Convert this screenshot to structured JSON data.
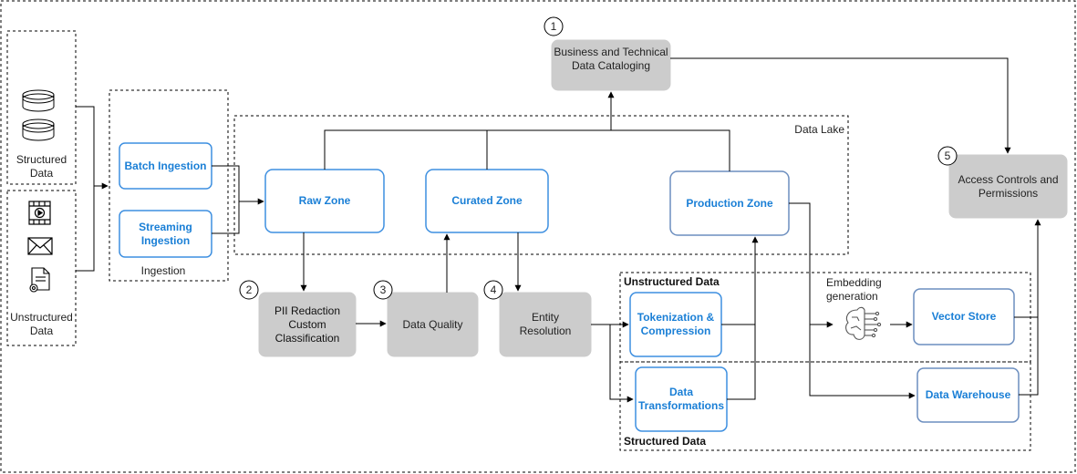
{
  "sources": {
    "structured": "Structured\nData",
    "unstructured": "Unstructured\nData"
  },
  "ingestion": {
    "group_label": "Ingestion",
    "batch": "Batch Ingestion",
    "streaming": "Streaming\nIngestion"
  },
  "data_lake": {
    "label": "Data Lake",
    "raw": "Raw Zone",
    "curated": "Curated Zone",
    "production": "Production Zone"
  },
  "steps": {
    "catalog": {
      "num": "1",
      "label": "Business and Technical\nData Cataloging"
    },
    "pii": {
      "num": "2",
      "label": "PII Redaction\nCustom\nClassification"
    },
    "quality": {
      "num": "3",
      "label": "Data Quality"
    },
    "entity": {
      "num": "4",
      "label": "Entity\nResolution"
    },
    "access": {
      "num": "5",
      "label": "Access Controls and\nPermissions"
    }
  },
  "unstructured_group": {
    "label": "Unstructured Data",
    "tokenization": "Tokenization &\nCompression",
    "embedding": "Embedding\ngeneration",
    "vector_store": "Vector Store"
  },
  "structured_group": {
    "label": "Structured Data",
    "transformations": "Data\nTransformations",
    "warehouse": "Data Warehouse"
  },
  "colors": {
    "blue_text": "#1a7fd6",
    "blue_border": "#3d8fe0",
    "slate_border": "#6c8ebf",
    "gray_fill": "#cccccc",
    "line": "#000000"
  },
  "icons": [
    "database-icon",
    "video-file-icon",
    "envelope-icon",
    "document-gear-icon",
    "ai-brain-icon"
  ]
}
